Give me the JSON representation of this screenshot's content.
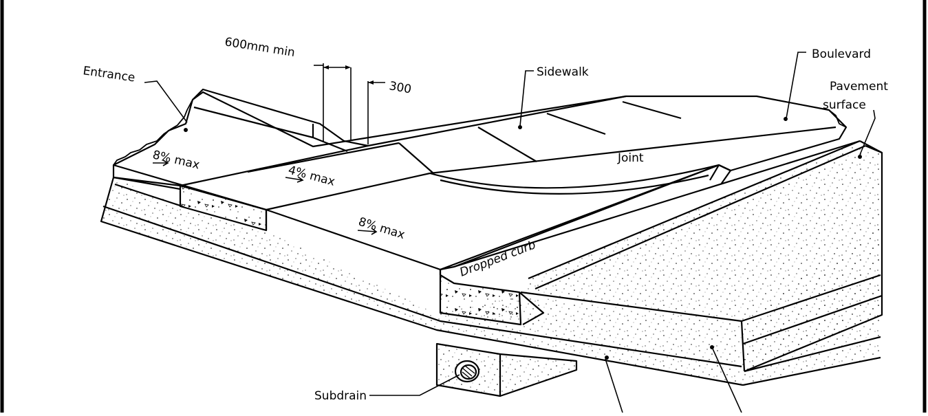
{
  "labels": {
    "entrance": "Entrance",
    "dim_600": "600mm  min",
    "dim_300": "300",
    "sidewalk": "Sidewalk",
    "boulevard": "Boulevard",
    "pavement_1": "Pavement",
    "pavement_2": "surface",
    "joint": "Joint",
    "slope_entrance": "8%  max",
    "slope_sidewalk": "4%  max",
    "slope_boulevard": "8%  max",
    "dropped_curb": "Dropped  curb",
    "subdrain": "Subdrain"
  },
  "colors": {
    "line": "#000000",
    "background": "#ffffff"
  }
}
